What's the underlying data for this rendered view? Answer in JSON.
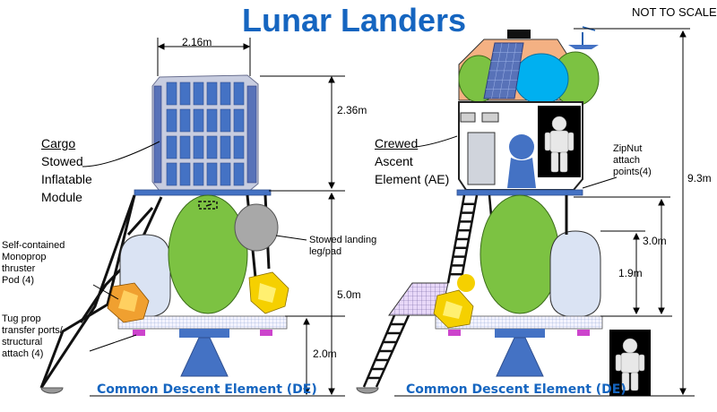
{
  "title": "Lunar Landers",
  "scale_note": "NOT TO SCALE",
  "cargo": {
    "heading": "Cargo",
    "lines": [
      "Stowed",
      "Inflatable",
      "Module"
    ]
  },
  "crewed": {
    "heading": "Crewed",
    "lines": [
      "Ascent",
      "Element (AE)"
    ]
  },
  "labels": {
    "thruster": [
      "Self-contained",
      "Monoprop",
      "thruster",
      "Pod (4)"
    ],
    "tug": [
      "Tug prop",
      "transfer ports/",
      "structural",
      "attach (4)"
    ],
    "landing_leg": [
      "Stowed landing",
      "leg/pad"
    ],
    "zipnut": [
      "ZipNut",
      "attach",
      "points(4)"
    ]
  },
  "dimensions": {
    "width_top": "2.16m",
    "cargo_height": "2.36m",
    "de_height": "5.0m",
    "base_height": "2.0m",
    "total_height": "9.3m",
    "tank_height_outer": "3.0m",
    "tank_height_inner": "1.9m"
  },
  "descent_label": "Common Descent Element (DE)",
  "colors": {
    "title": "#1565c0",
    "green_tank": "#7cc242",
    "blue_structure": "#4472c4",
    "panel_blue": "#2f5597",
    "thruster_yellow": "#f0c020",
    "thruster_orange": "#f0a030",
    "grey_pad": "#a0a0a0",
    "ascent_peach": "#f4b183",
    "cyan_tank": "#00b0f0",
    "lavender_tank": "#dae3f3",
    "magenta_port": "#cc44cc"
  }
}
